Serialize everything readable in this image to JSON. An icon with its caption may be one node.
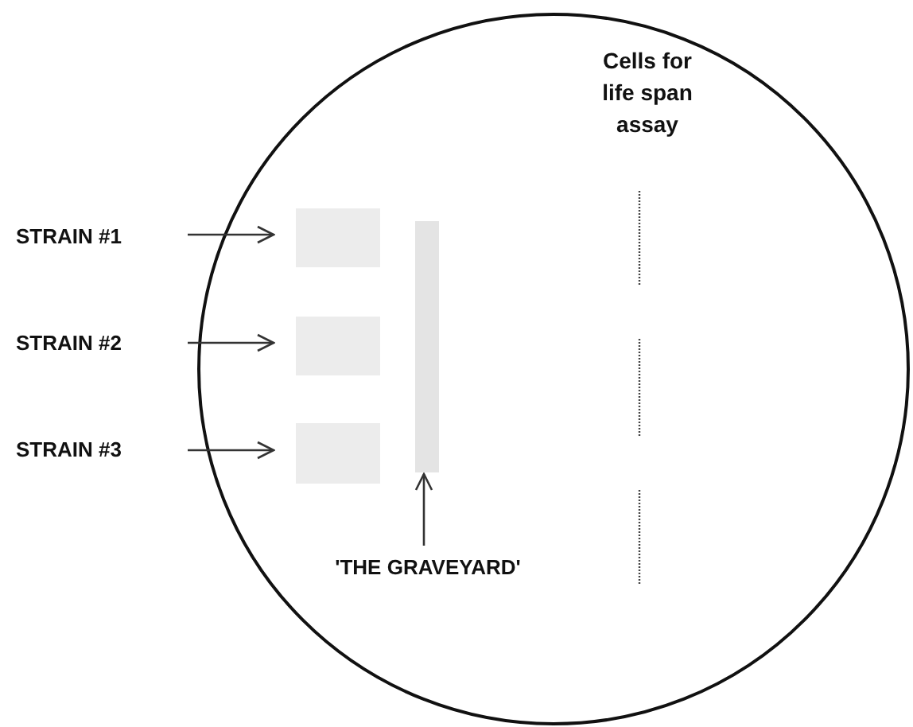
{
  "diagram": {
    "nodes": [
      {
        "text": [],
        "shape": "circle"
      },
      {
        "text": [
          "STRAIN #1"
        ]
      },
      {
        "text": [
          "STRAIN #2"
        ]
      },
      {
        "text": [
          "STRAIN #3"
        ]
      },
      {
        "text": [],
        "shape": "box",
        "in": 0
      },
      {
        "text": [],
        "shape": "box",
        "in": 0
      },
      {
        "text": [],
        "shape": "box",
        "in": 0
      },
      {
        "text": [],
        "shape": "bar",
        "in": 0
      },
      {
        "text": [
          "'THE GRAVEYARD'"
        ],
        "in": 0
      }
    ],
    "edges": [
      {
        "from": 1,
        "to": 4,
        "arrow": "to"
      },
      {
        "from": 2,
        "to": 5,
        "arrow": "to"
      },
      {
        "from": 3,
        "to": 6,
        "arrow": "to"
      },
      {
        "from": 8,
        "to": 7,
        "arrow": "to"
      }
    ],
    "labels": [
      "Cells for life span assay"
    ]
  }
}
